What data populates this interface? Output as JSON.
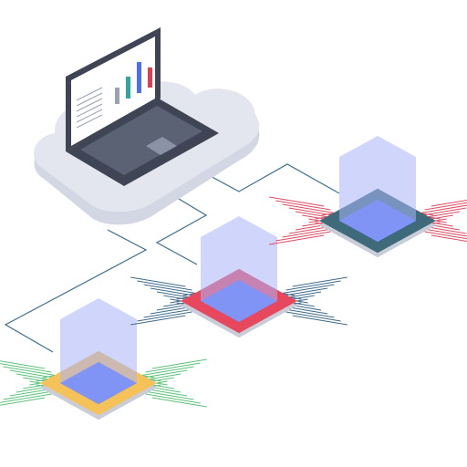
{
  "illustration": {
    "cloud": {
      "color": "#e3e6ef",
      "shadow": "#d3d7e4"
    },
    "laptop": {
      "body_color": "#3f4554",
      "keyboard_color": "#5b6273",
      "screen_color": "#ffffff",
      "screen_chart_bars": [
        0.45,
        0.6,
        0.85,
        0.55
      ],
      "screen_chart_colors": [
        "#9aa3b5",
        "#2fa7a0",
        "#4b6ef5",
        "#e23c55"
      ]
    },
    "chips": [
      {
        "id": "gold",
        "frame_color": "#f5c25a",
        "core_color": "#4e6ef2",
        "pin_color": "#5cc27a"
      },
      {
        "id": "red",
        "frame_color": "#e8485e",
        "core_color": "#4e6ef2",
        "pin_color": "#3e6a8a"
      },
      {
        "id": "teal",
        "frame_color": "#3f6a7a",
        "core_color": "#4e6ef2",
        "pin_color": "#e04a62"
      }
    ],
    "data_block_color": "#aab4f7",
    "connector_color": "#3d6f8c"
  }
}
